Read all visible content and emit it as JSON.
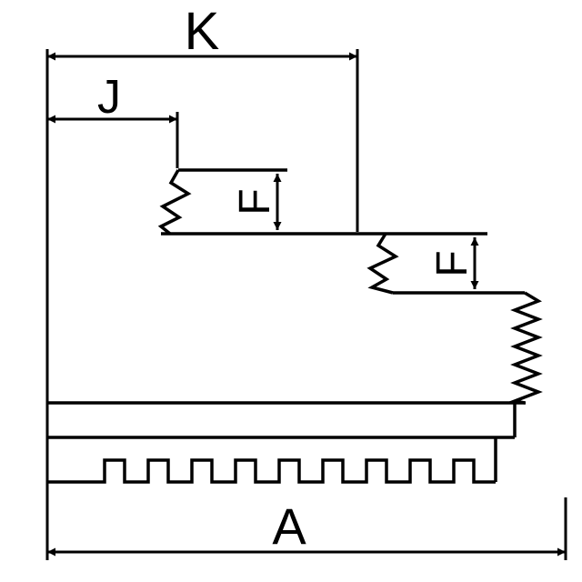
{
  "colors": {
    "line_color": "#000000",
    "background_color": "#ffffff"
  },
  "labels": {
    "K": "K",
    "J": "J",
    "F_upper": "F",
    "F_lower": "F",
    "A": "A"
  }
}
